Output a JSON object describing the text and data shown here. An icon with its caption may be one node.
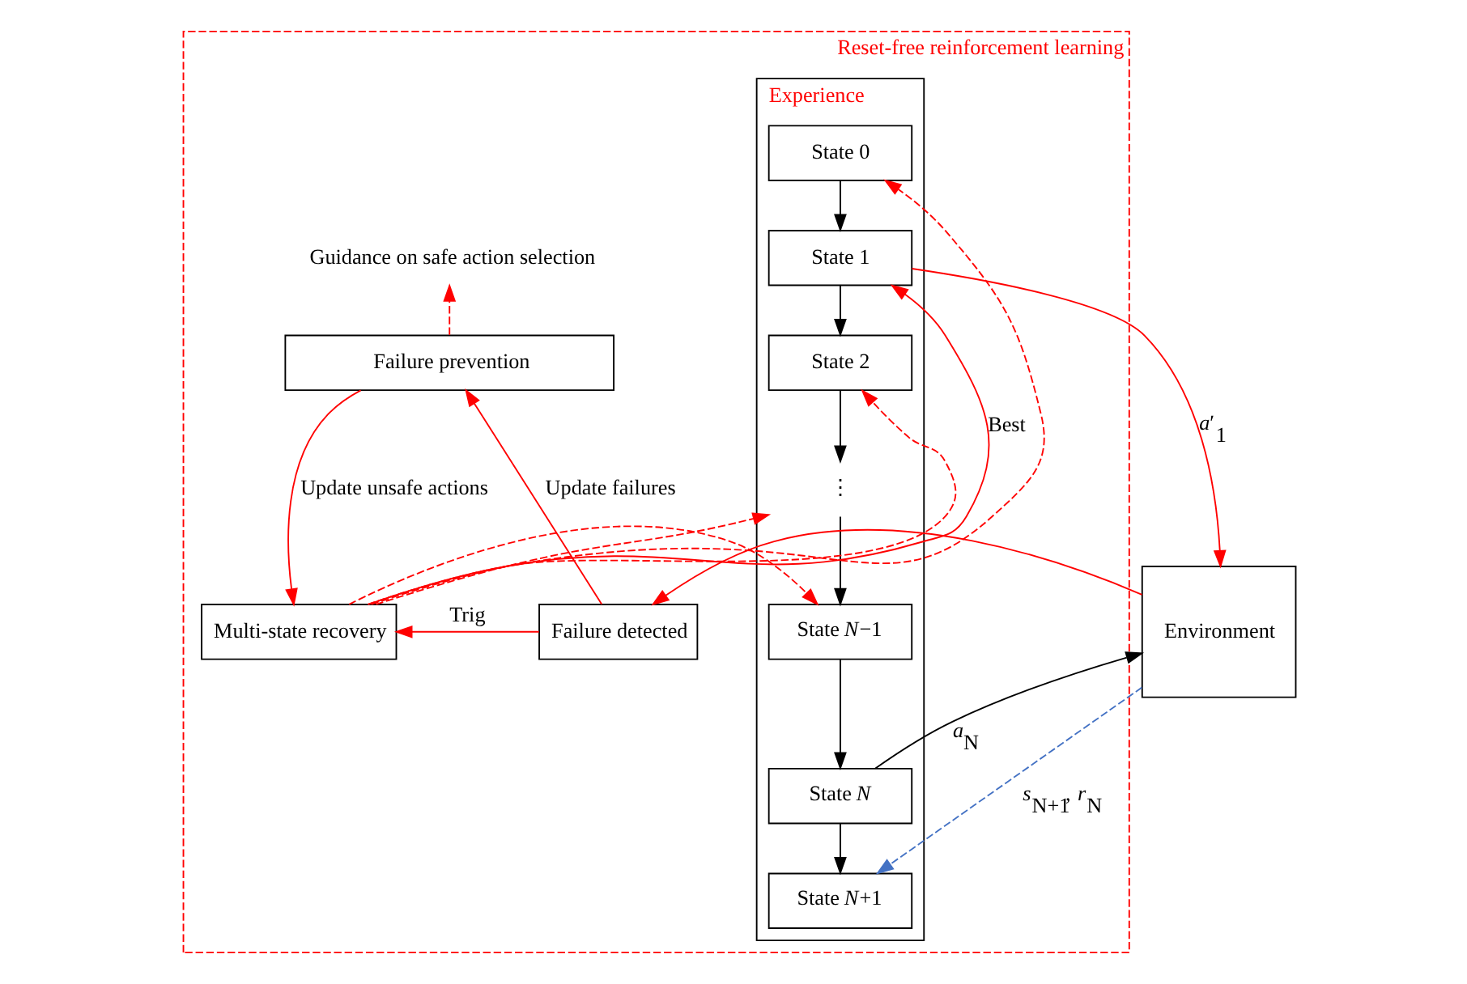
{
  "diagram": {
    "nodes": [
      {
        "text": [
          "Reset-free reinforcement learning"
        ]
      },
      {
        "text": [
          "Experience"
        ],
        "in": 0
      },
      {
        "text": [
          "State 0"
        ],
        "in": 1
      },
      {
        "text": [
          "State 1"
        ],
        "in": 1
      },
      {
        "text": [
          "State 2"
        ],
        "in": 1
      },
      {
        "text": [
          "⋮"
        ],
        "in": 1
      },
      {
        "text": [
          "State *N*−1"
        ],
        "in": 1
      },
      {
        "text": [
          "State *N*"
        ],
        "in": 1
      },
      {
        "text": [
          "State *N*+1"
        ],
        "in": 1
      },
      {
        "text": [
          "Guidance on safe action selection"
        ],
        "in": 0
      },
      {
        "text": [
          "Failure prevention"
        ],
        "in": 0
      },
      {
        "text": [
          "Multi-state recovery"
        ],
        "in": 0
      },
      {
        "text": [
          "Failure detected"
        ],
        "in": 0
      },
      {
        "text": [
          "Environment"
        ]
      }
    ],
    "edges": [
      {
        "from": 2,
        "to": 3,
        "arrow": "to",
        "color": "#000000"
      },
      {
        "from": 3,
        "to": 4,
        "arrow": "to",
        "color": "#000000"
      },
      {
        "from": 4,
        "to": 5,
        "arrow": "to",
        "color": "#000000"
      },
      {
        "from": 5,
        "to": 6,
        "arrow": "to",
        "color": "#000000"
      },
      {
        "from": 6,
        "to": 7,
        "arrow": "to",
        "color": "#000000"
      },
      {
        "from": 7,
        "to": 8,
        "arrow": "to",
        "color": "#000000"
      },
      {
        "from": 3,
        "to": 13,
        "arrow": "to",
        "label": "*a*′$_{1}$"
      },
      {
        "from": 11,
        "to": 3,
        "arrow": "to",
        "label": "Best"
      },
      {
        "from": 11,
        "to": 2,
        "arrow": "to",
        "style": "dashed"
      },
      {
        "from": 11,
        "to": 4,
        "arrow": "to",
        "style": "dashed"
      },
      {
        "from": 11,
        "to": 5,
        "arrow": "to",
        "style": "dashed"
      },
      {
        "from": 11,
        "to": 6,
        "arrow": "to",
        "style": "dashed"
      },
      {
        "from": 10,
        "to": 9,
        "arrow": "to",
        "style": "dashed"
      },
      {
        "from": 10,
        "to": 11,
        "arrow": "to",
        "label": "Update unsafe actions"
      },
      {
        "from": 12,
        "to": 10,
        "arrow": "to",
        "label": "Update failures"
      },
      {
        "from": 12,
        "to": 11,
        "arrow": "to",
        "label": "Trig"
      },
      {
        "from": 13,
        "to": 12,
        "arrow": "to"
      },
      {
        "from": 7,
        "to": 13,
        "arrow": "to",
        "label": "*a*$_{N}$",
        "color": "#000000"
      },
      {
        "from": 13,
        "to": 8,
        "arrow": "to",
        "label": "*s*$_{N+1}$, *r*$_{N}$",
        "style": "dashed",
        "color": "#4472c4"
      }
    ]
  }
}
